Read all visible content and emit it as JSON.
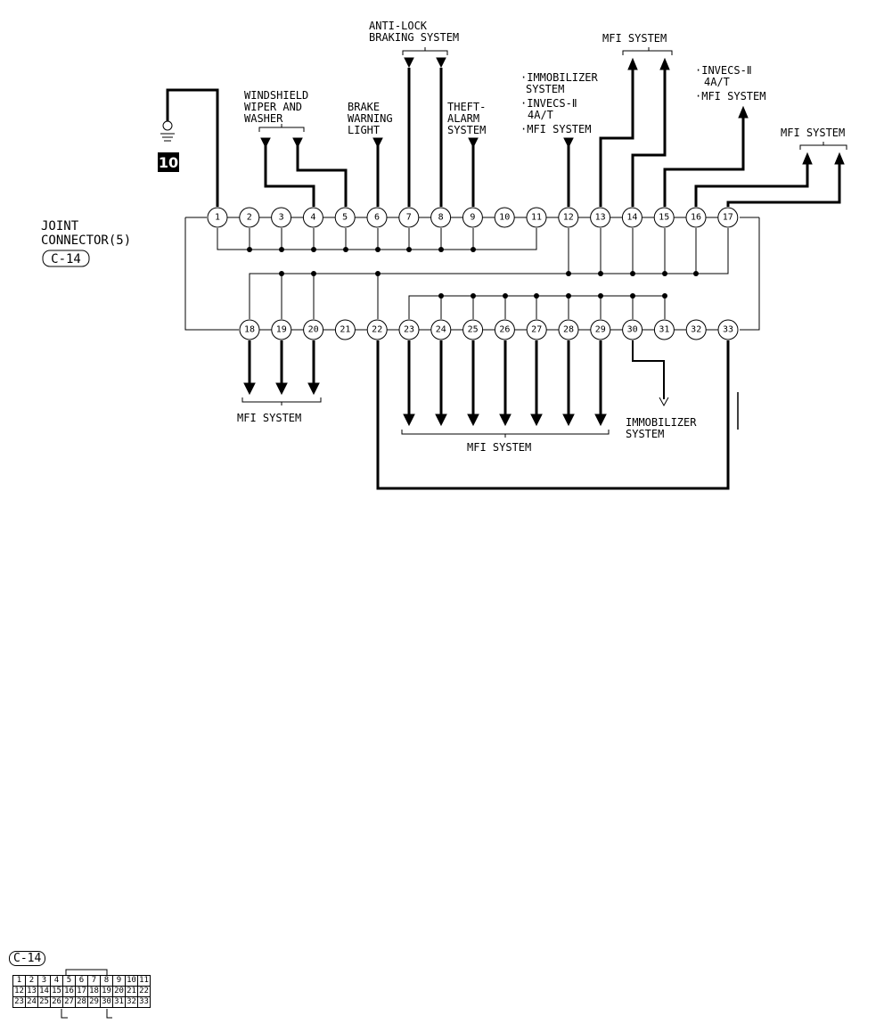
{
  "connector": {
    "name_line1": "JOINT",
    "name_line2": "CONNECTOR(5)",
    "code": "C-14"
  },
  "ground": {
    "label": "10"
  },
  "labels": {
    "wiper": [
      "WINDSHIELD",
      "WIPER AND",
      "WASHER"
    ],
    "brake": [
      "BRAKE",
      "WARNING",
      "LIGHT"
    ],
    "abs": [
      "ANTI-LOCK",
      "BRAKING SYSTEM"
    ],
    "theft": [
      "THEFT-",
      "ALARM",
      "SYSTEM"
    ],
    "pin12": [
      "·IMMOBILIZER",
      "SYSTEM",
      "·INVECS-Ⅱ",
      "4A/T",
      "·MFI SYSTEM"
    ],
    "mfi_top": "MFI SYSTEM",
    "invecs": [
      "·INVECS-Ⅱ",
      "4A/T",
      "·MFI SYSTEM"
    ],
    "mfi_right": "MFI SYSTEM",
    "mfi_bottom_left": "MFI SYSTEM",
    "mfi_bottom_mid": "MFI SYSTEM",
    "immob_bottom": [
      "IMMOBILIZER",
      "SYSTEM"
    ]
  },
  "pins_top": [
    "1",
    "2",
    "3",
    "4",
    "5",
    "6",
    "7",
    "8",
    "9",
    "10",
    "11",
    "12",
    "13",
    "14",
    "15",
    "16",
    "17"
  ],
  "pins_bottom": [
    "18",
    "19",
    "20",
    "21",
    "22",
    "23",
    "24",
    "25",
    "26",
    "27",
    "28",
    "29",
    "30",
    "31",
    "32",
    "33"
  ],
  "face": {
    "row1": [
      "1",
      "2",
      "3",
      "4",
      "5",
      "6",
      "7",
      "8",
      "9",
      "10",
      "11"
    ],
    "row2": [
      "12",
      "13",
      "14",
      "15",
      "16",
      "17",
      "18",
      "19",
      "20",
      "21",
      "22"
    ],
    "row3": [
      "23",
      "24",
      "25",
      "26",
      "27",
      "28",
      "29",
      "30",
      "31",
      "32",
      "33"
    ]
  }
}
